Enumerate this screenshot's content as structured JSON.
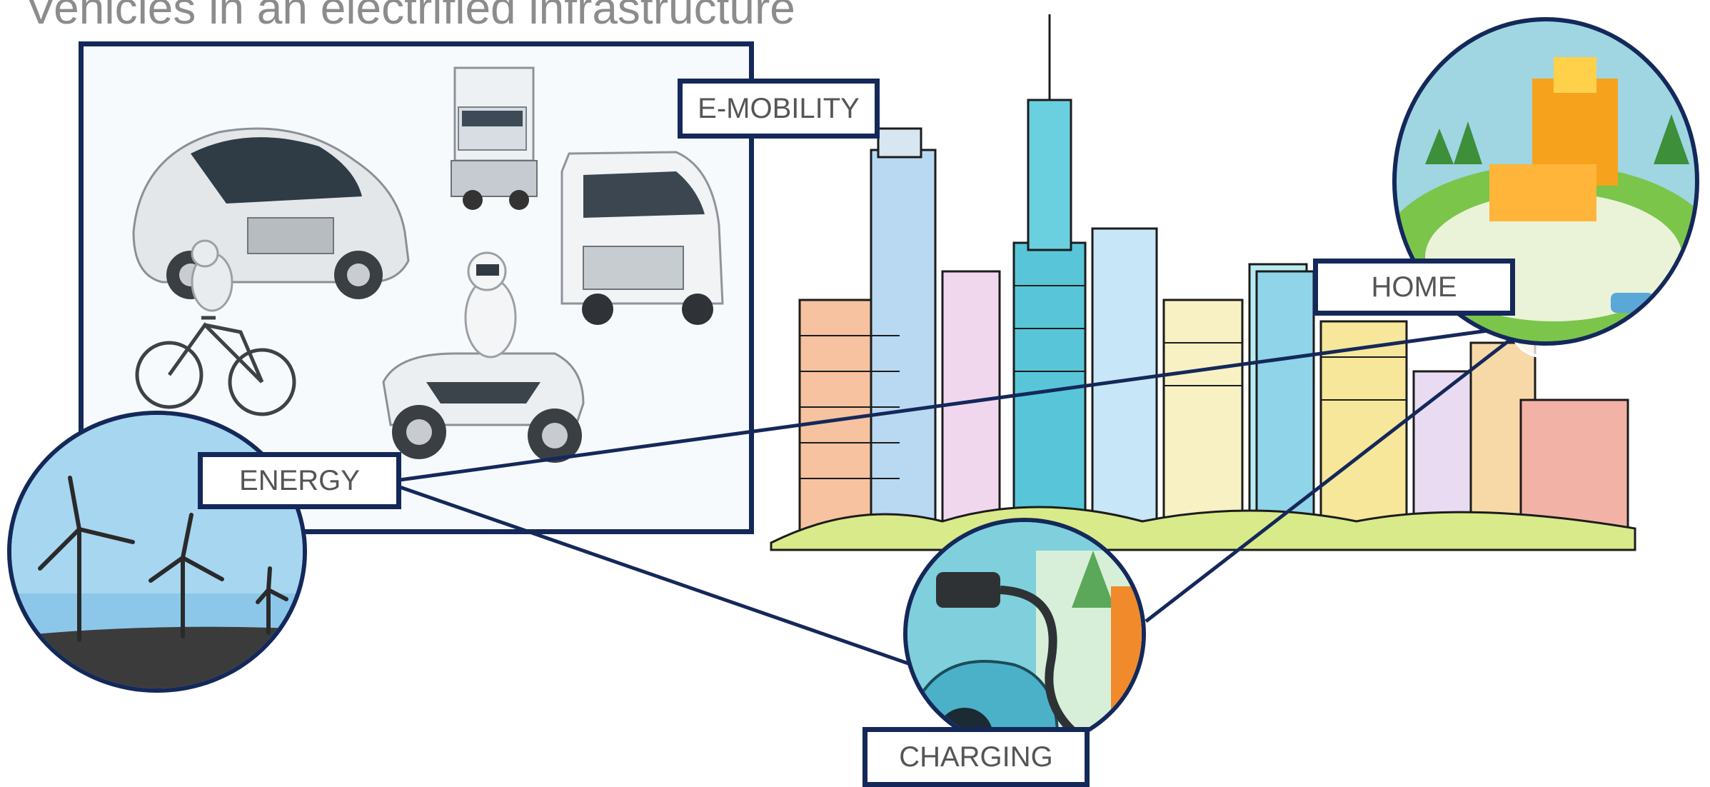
{
  "title": "Vehicles in an electrified infrastructure",
  "labels": {
    "emobility": "E-MOBILITY",
    "home": "HOME",
    "energy": "ENERGY",
    "charging": "CHARGING"
  },
  "colors": {
    "frame": "#14285a",
    "label_text": "#555555",
    "title_text": "#8c8c8c"
  }
}
